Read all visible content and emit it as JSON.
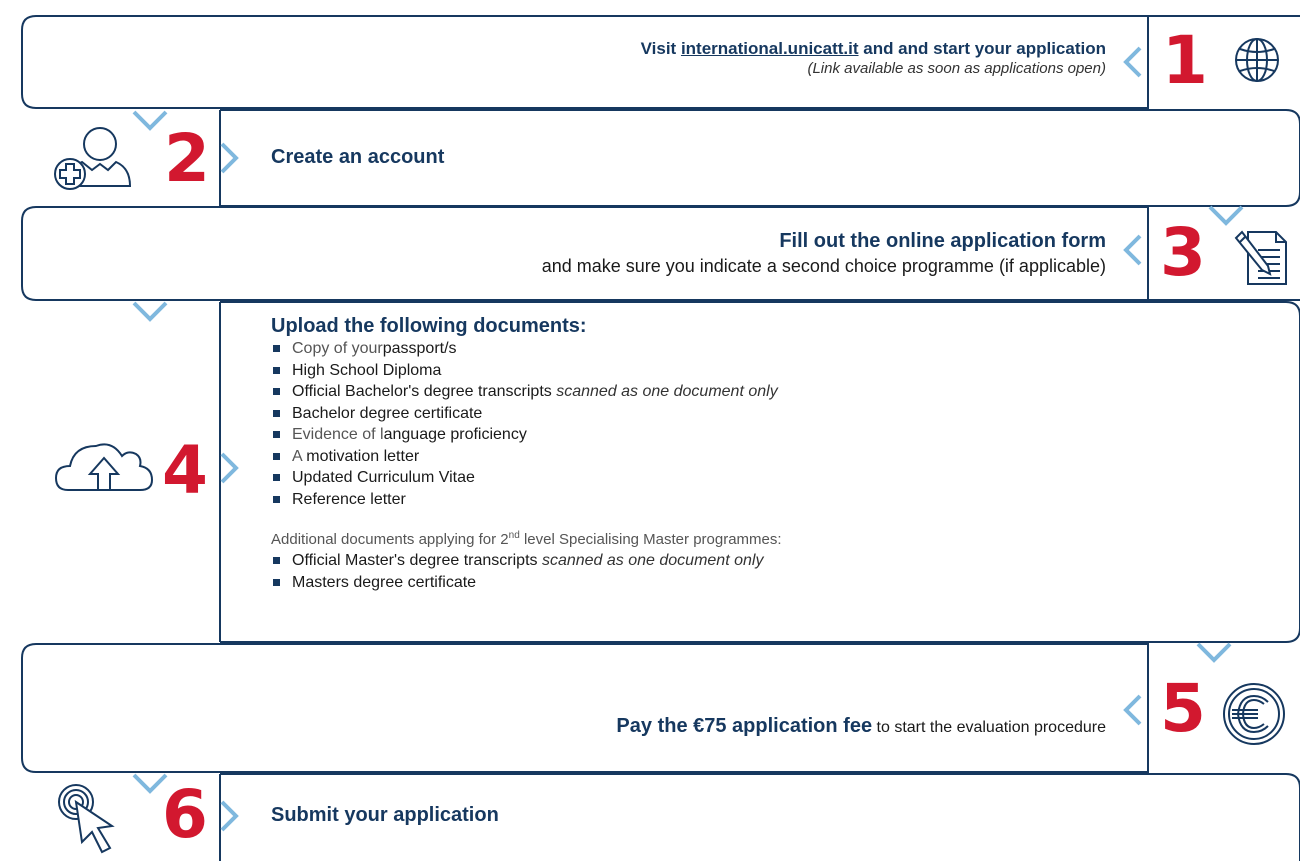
{
  "steps": [
    {
      "number": "1",
      "icon": "globe-icon",
      "title_pre": "Visit ",
      "title_link": "international.unicatt.it",
      "title_post": " and and start your application",
      "note": "(Link available as soon as applications open)"
    },
    {
      "number": "2",
      "icon": "add-user-icon",
      "title": "Create an account"
    },
    {
      "number": "3",
      "icon": "form-edit-icon",
      "title": "Fill out the online application form",
      "subtitle": "and make sure you indicate a second choice programme (if applicable)"
    },
    {
      "number": "4",
      "icon": "cloud-upload-icon",
      "title": "Upload the following documents:",
      "documents": [
        {
          "pre": "Copy of your ",
          "strong": "passport/s",
          "post": ""
        },
        {
          "pre": "",
          "strong": "High School Diploma",
          "post": ""
        },
        {
          "pre": "",
          "strong": "Official Bachelor's degree transcripts",
          "post": " scanned as one document only"
        },
        {
          "pre": "",
          "strong": "Bachelor degree certificate",
          "post": ""
        },
        {
          "pre": "Evidence of l",
          "strong": "anguage proficiency",
          "post": ""
        },
        {
          "pre": "A ",
          "strong": "motivation letter",
          "post": ""
        },
        {
          "pre": "",
          "strong": "Updated Curriculum Vitae",
          "post": ""
        },
        {
          "pre": "",
          "strong": "Reference letter",
          "post": ""
        }
      ],
      "additional_pre": "Additional documents applying for 2",
      "additional_sup": "nd",
      "additional_post": " level Specialising Master programmes:",
      "additional_documents": [
        {
          "pre": "",
          "strong": "Official Master's degree transcripts",
          "post": " scanned as one document only"
        },
        {
          "pre": "",
          "strong": "Masters degree certificate",
          "post": ""
        }
      ]
    },
    {
      "number": "5",
      "icon": "euro-coin-icon",
      "title": "Pay the €75 application fee",
      "subtitle": " to start the evaluation procedure"
    },
    {
      "number": "6",
      "icon": "click-pointer-icon",
      "title": "Submit your application"
    }
  ],
  "colors": {
    "accent": "#d2182f",
    "navy": "#16385f",
    "arrow": "#7fb8de"
  }
}
